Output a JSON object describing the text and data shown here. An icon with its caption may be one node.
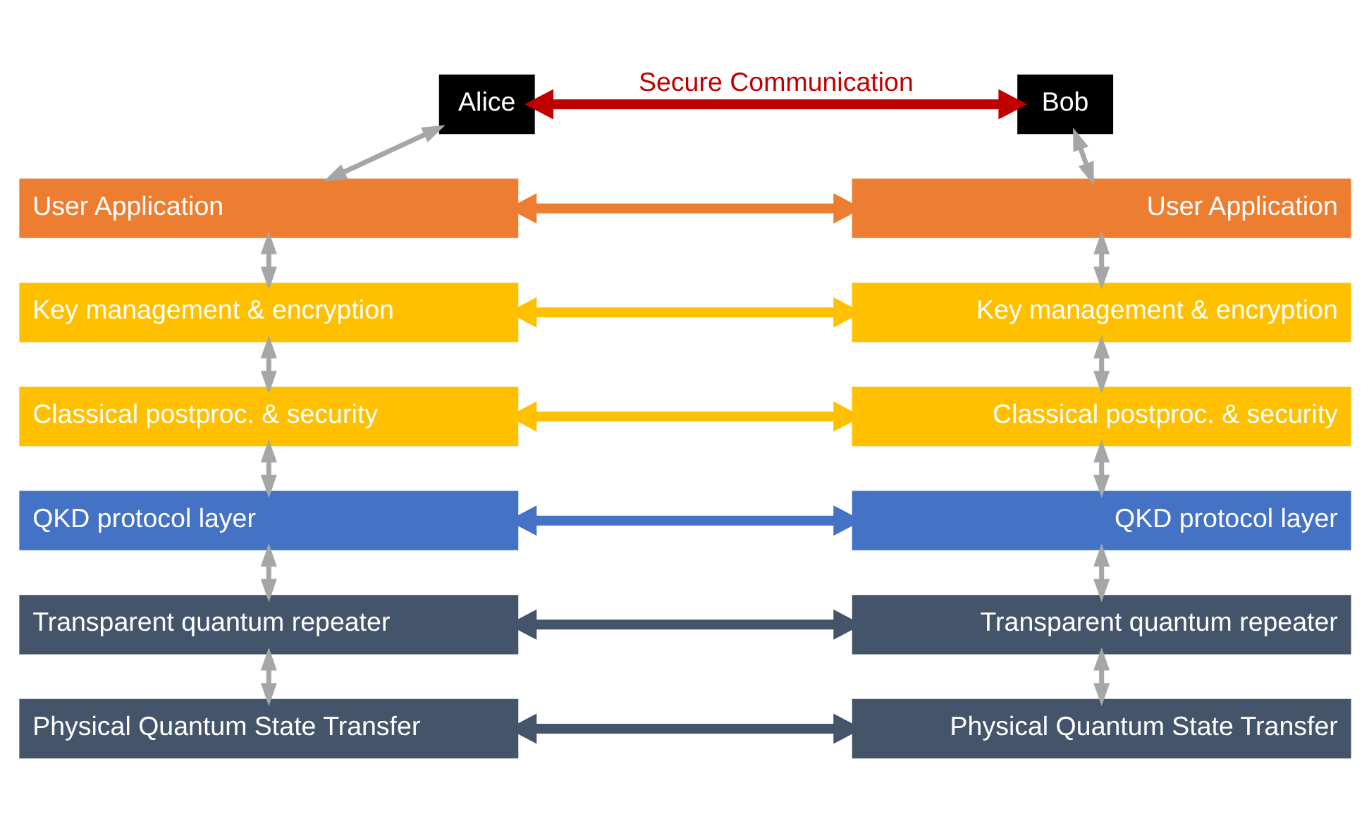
{
  "diagram": {
    "nodes": [
      {
        "text": [
          "Alice"
        ]
      },
      {
        "text": [
          "Bob"
        ]
      },
      {
        "text": [
          "User Application"
        ]
      },
      {
        "text": [
          "Key management & encryption"
        ]
      },
      {
        "text": [
          "Classical postproc. & security"
        ]
      },
      {
        "text": [
          "QKD protocol layer"
        ]
      },
      {
        "text": [
          "Transparent quantum repeater"
        ]
      },
      {
        "text": [
          "Physical Quantum State Transfer"
        ]
      },
      {
        "text": [
          "User Application"
        ]
      },
      {
        "text": [
          "Key management & encryption"
        ]
      },
      {
        "text": [
          "Classical postproc. & security"
        ]
      },
      {
        "text": [
          "QKD protocol layer"
        ]
      },
      {
        "text": [
          "Transparent quantum repeater"
        ]
      },
      {
        "text": [
          "Physical Quantum State Transfer"
        ]
      }
    ],
    "edges": [
      {
        "from": 0,
        "to": 1,
        "arrow": "both",
        "label": "Secure Communication",
        "style": "thick",
        "color": "#c00000"
      },
      {
        "from": 0,
        "to": 2,
        "arrow": "both"
      },
      {
        "from": 2,
        "to": 3,
        "arrow": "both"
      },
      {
        "from": 3,
        "to": 4,
        "arrow": "both"
      },
      {
        "from": 4,
        "to": 5,
        "arrow": "both"
      },
      {
        "from": 5,
        "to": 6,
        "arrow": "both"
      },
      {
        "from": 6,
        "to": 7,
        "arrow": "both"
      },
      {
        "from": 1,
        "to": 8,
        "arrow": "both"
      },
      {
        "from": 8,
        "to": 9,
        "arrow": "both"
      },
      {
        "from": 9,
        "to": 10,
        "arrow": "both"
      },
      {
        "from": 10,
        "to": 11,
        "arrow": "both"
      },
      {
        "from": 11,
        "to": 12,
        "arrow": "both"
      },
      {
        "from": 12,
        "to": 13,
        "arrow": "both"
      },
      {
        "from": 2,
        "to": 8,
        "arrow": "both",
        "style": "thick",
        "color": "#ed7d31"
      },
      {
        "from": 3,
        "to": 9,
        "arrow": "both",
        "style": "thick",
        "color": "#ffc000"
      },
      {
        "from": 4,
        "to": 10,
        "arrow": "both",
        "style": "thick",
        "color": "#ffc000"
      },
      {
        "from": 5,
        "to": 11,
        "arrow": "both",
        "style": "thick",
        "color": "#4472c4"
      },
      {
        "from": 6,
        "to": 12,
        "arrow": "both",
        "style": "thick",
        "color": "#44546a"
      },
      {
        "from": 7,
        "to": 13,
        "arrow": "both",
        "style": "thick",
        "color": "#44546a"
      }
    ]
  }
}
